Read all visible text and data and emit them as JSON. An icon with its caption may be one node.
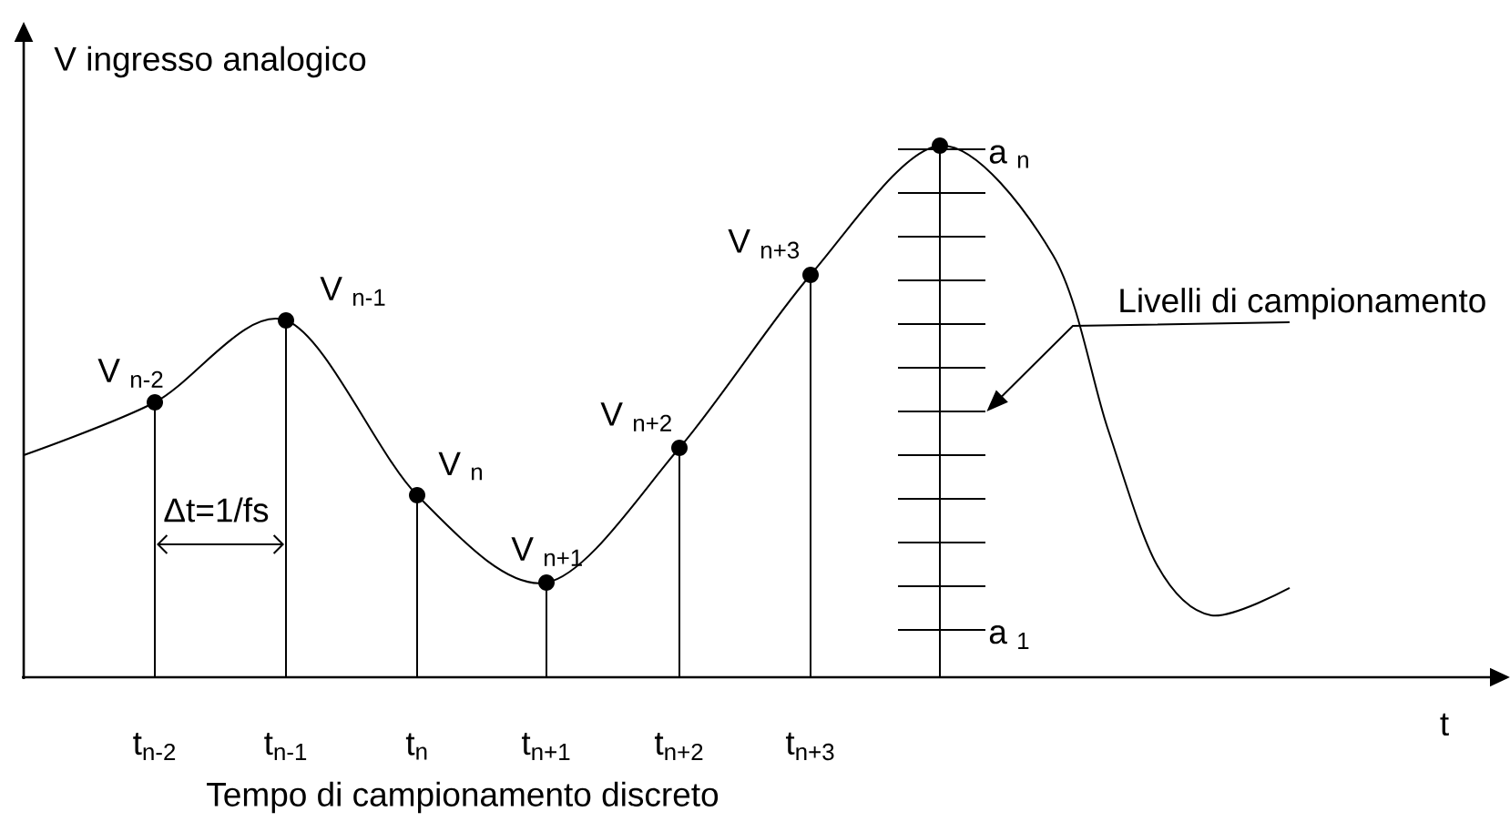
{
  "diagram": {
    "nodes": [
      {
        "text": [
          "Livelli di campionamento"
        ]
      },
      {
        "text": [],
        "shape": "bar"
      }
    ],
    "edges": [
      {
        "from": 0,
        "to": 1,
        "arrow": "to"
      }
    ],
    "labels": [
      "V ingresso analogico",
      "a $_{n}$",
      "V $_{n-1}$",
      "V $_{n+3}$",
      "V $_{n-2}$",
      "V $_{n+2}$",
      "V $_{n}$",
      "Δt=1/fs",
      "V $_{n+1}$",
      "a $_{1}$",
      "t$_{n-2}$",
      "t$_{n-1}$",
      "t$_{n}$",
      "t$_{n+1}$",
      "t$_{n+2}$",
      "t$_{n+3}$",
      "t",
      "Tempo di campionamento discreto"
    ]
  }
}
